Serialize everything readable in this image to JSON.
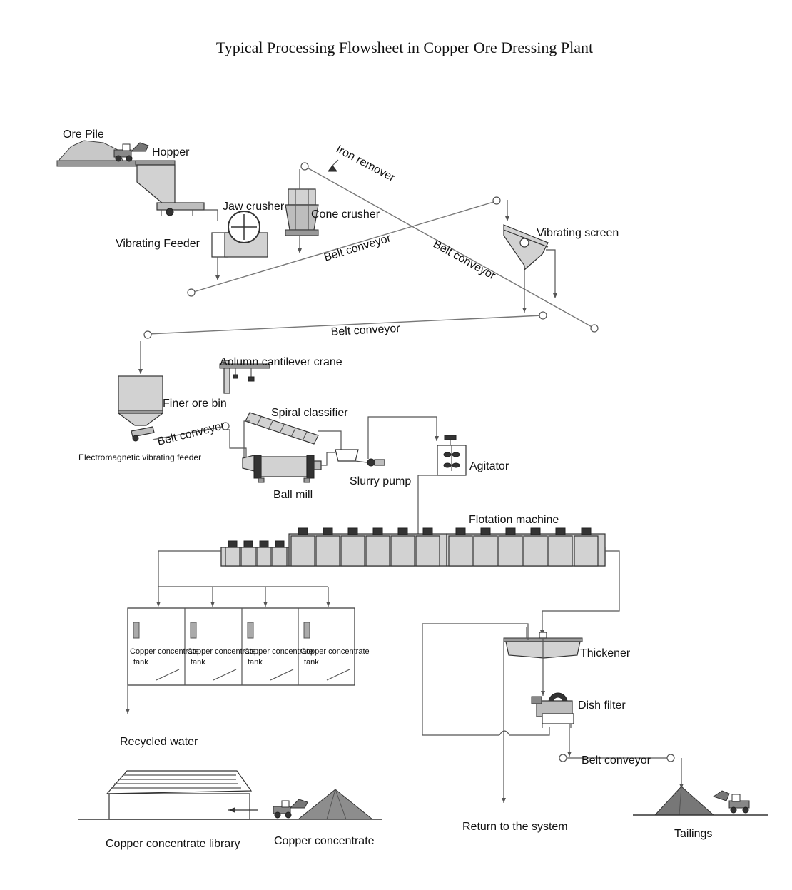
{
  "title": "Typical Processing Flowsheet in Copper Ore Dressing Plant",
  "labels": {
    "ore_pile": "Ore Pile",
    "hopper": "Hopper",
    "iron_remover": "Iron remover",
    "jaw_crusher": "Jaw crusher",
    "cone_crusher": "Cone crusher",
    "vibrating_feeder": "Vibrating  Feeder",
    "belt_conveyor_1": "Belt conveyor",
    "belt_conveyor_2": "Belt conveyor",
    "vibrating_screen": "Vibrating  screen",
    "belt_conveyor_3": "Belt conveyor",
    "column_crane": "Aolumn cantilever crane",
    "finer_ore_bin": "Finer ore bin",
    "spiral_classifier": "Spiral classifier",
    "belt_conveyor_4": "Belt conveyor",
    "em_feeder": "Electromagnetic vibrating feeder",
    "ball_mill": "Ball mill",
    "slurry_pump": "Slurry pump",
    "agitator": "Agitator",
    "flotation_machine": "Flotation machine",
    "tank_line1": "Copper concentrate",
    "tank_line2": "tank",
    "thickener": "Thickener",
    "dish_filter": "Dish filter",
    "recycled_water": "Recycled water",
    "belt_conveyor_5": "Belt conveyor",
    "return_system": "Return to the system",
    "tailings": "Tailings",
    "cc_library": "Copper concentrate library",
    "copper_concentrate": "Copper concentrate"
  }
}
